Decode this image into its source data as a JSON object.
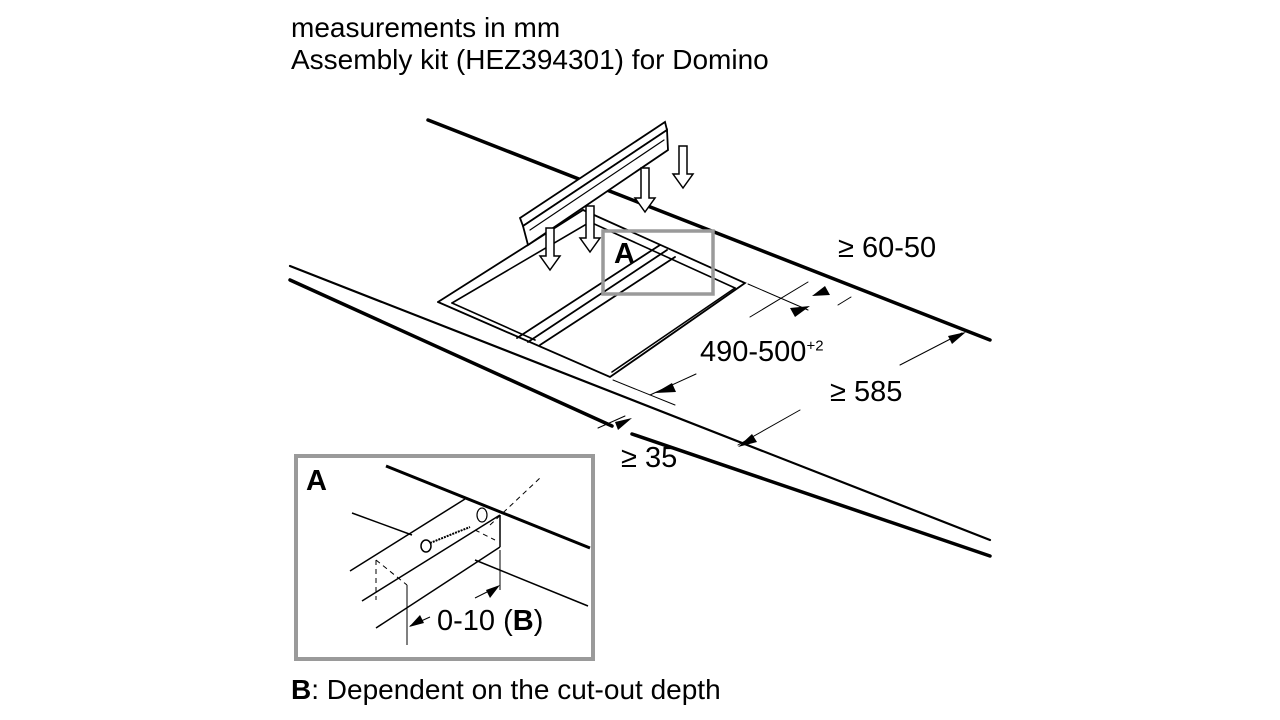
{
  "header": {
    "line1": "measurements in mm",
    "line2": "Assembly kit (HEZ394301) for Domino"
  },
  "main_view": {
    "detail_marker": "A",
    "dimensions": {
      "back_offset": "≥ 60-50",
      "cutout_depth": "490-500",
      "cutout_depth_tolerance": "+2",
      "worktop_depth": "≥ 585",
      "front_offset": "≥ 35"
    }
  },
  "detail_view": {
    "label": "A",
    "dimension_value": "0-10 (",
    "dimension_ref": "B",
    "dimension_close": ")"
  },
  "footnote": {
    "key": "B",
    "text": ": Dependent on the cut-out depth"
  },
  "colors": {
    "frame": "#9a9a9a",
    "line": "#000000"
  }
}
